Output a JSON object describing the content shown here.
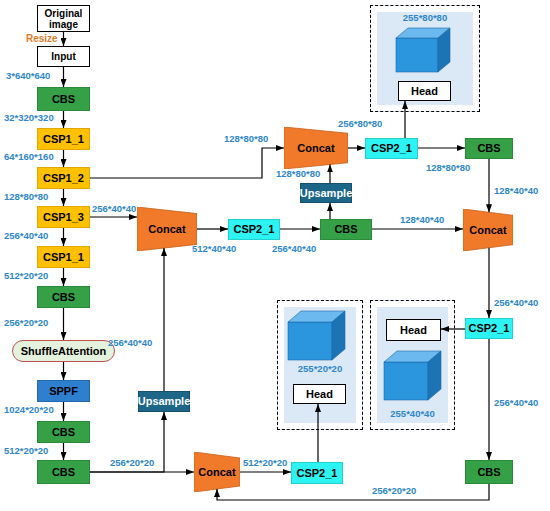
{
  "diagram": {
    "nodes": [
      {
        "text": [
          "Original image"
        ]
      },
      {
        "text": [
          "Input"
        ]
      },
      {
        "text": [
          "CBS"
        ]
      },
      {
        "text": [
          "CSP1_1"
        ]
      },
      {
        "text": [
          "CSP1_2"
        ]
      },
      {
        "text": [
          "CSP1_3"
        ]
      },
      {
        "text": [
          "CSP1_1"
        ]
      },
      {
        "text": [
          "CBS"
        ]
      },
      {
        "text": [
          "ShuffleAttention"
        ]
      },
      {
        "text": [
          "SPPF"
        ]
      },
      {
        "text": [
          "CBS"
        ]
      },
      {
        "text": [
          "CBS"
        ]
      },
      {
        "text": [
          "Upsample"
        ]
      },
      {
        "text": [
          "Concat"
        ]
      },
      {
        "text": [
          "CSP2_1"
        ]
      },
      {
        "text": [
          "CBS"
        ]
      },
      {
        "text": [
          "Upsample"
        ]
      },
      {
        "text": [
          "Concat"
        ]
      },
      {
        "text": [
          "CSP2_1"
        ]
      },
      {
        "text": [
          "255*80*80"
        ]
      },
      {
        "text": [
          "Head"
        ],
        "in": 19
      },
      {
        "text": [
          "CBS"
        ]
      },
      {
        "text": [
          "Concat"
        ]
      },
      {
        "text": [
          "CSP2_1"
        ]
      },
      {
        "text": [
          "255*40*40"
        ]
      },
      {
        "text": [
          "Head"
        ],
        "in": 24
      },
      {
        "text": [
          "CBS"
        ]
      },
      {
        "text": [
          "Concat"
        ]
      },
      {
        "text": [
          "CSP2_1"
        ]
      },
      {
        "text": [
          "255*20*20"
        ]
      },
      {
        "text": [
          "Head"
        ],
        "in": 29
      }
    ],
    "edges": [
      {
        "from": 0,
        "to": 1,
        "arrow": "to",
        "label": "Resize"
      },
      {
        "from": 1,
        "to": 2,
        "arrow": "to",
        "label": "3*640*640"
      },
      {
        "from": 2,
        "to": 3,
        "arrow": "to",
        "label": "32*320*320"
      },
      {
        "from": 3,
        "to": 4,
        "arrow": "to",
        "label": "64*160*160"
      },
      {
        "from": 4,
        "to": 5,
        "arrow": "to",
        "label": "128*80*80"
      },
      {
        "from": 5,
        "to": 6,
        "arrow": "to",
        "label": "256*40*40"
      },
      {
        "from": 6,
        "to": 7,
        "arrow": "to",
        "label": "512*20*20"
      },
      {
        "from": 7,
        "to": 8,
        "arrow": "to",
        "label": "256*20*20"
      },
      {
        "from": 8,
        "to": 9,
        "arrow": "to"
      },
      {
        "from": 9,
        "to": 10,
        "arrow": "to",
        "label": "1024*20*20"
      },
      {
        "from": 10,
        "to": 11,
        "arrow": "to",
        "label": "512*20*20"
      },
      {
        "from": 11,
        "to": 27,
        "arrow": "to",
        "label": "256*20*20"
      },
      {
        "from": 11,
        "to": 12,
        "arrow": "to"
      },
      {
        "from": 12,
        "to": 13,
        "arrow": "to",
        "label": "256*40*40"
      },
      {
        "from": 4,
        "to": 17,
        "arrow": "to",
        "label": "128*80*80"
      },
      {
        "from": 5,
        "to": 13,
        "arrow": "to",
        "label": "256*40*40"
      },
      {
        "from": 13,
        "to": 14,
        "arrow": "to",
        "label": "512*40*40"
      },
      {
        "from": 14,
        "to": 15,
        "arrow": "to",
        "label": "256*40*40"
      },
      {
        "from": 15,
        "to": 16,
        "arrow": "to"
      },
      {
        "from": 16,
        "to": 17,
        "arrow": "to",
        "label": "128*80*80"
      },
      {
        "from": 15,
        "to": 22,
        "arrow": "to",
        "label": "128*40*40"
      },
      {
        "from": 17,
        "to": 18,
        "arrow": "to",
        "label": "256*80*80"
      },
      {
        "from": 18,
        "to": 20,
        "arrow": "to"
      },
      {
        "from": 18,
        "to": 21,
        "arrow": "to"
      },
      {
        "from": 21,
        "to": 22,
        "arrow": "to",
        "label": "128*40*40"
      },
      {
        "from": 22,
        "to": 23,
        "arrow": "to",
        "label": "256*40*40"
      },
      {
        "from": 23,
        "to": 25,
        "arrow": "to"
      },
      {
        "from": 23,
        "to": 26,
        "arrow": "to",
        "label": "256*40*40"
      },
      {
        "from": 26,
        "to": 27,
        "arrow": "to",
        "label": "256*20*20"
      },
      {
        "from": 27,
        "to": 28,
        "arrow": "to",
        "label": "512*20*20"
      },
      {
        "from": 28,
        "to": 30,
        "arrow": "to"
      }
    ],
    "labels": [
      "128*80*80"
    ]
  }
}
